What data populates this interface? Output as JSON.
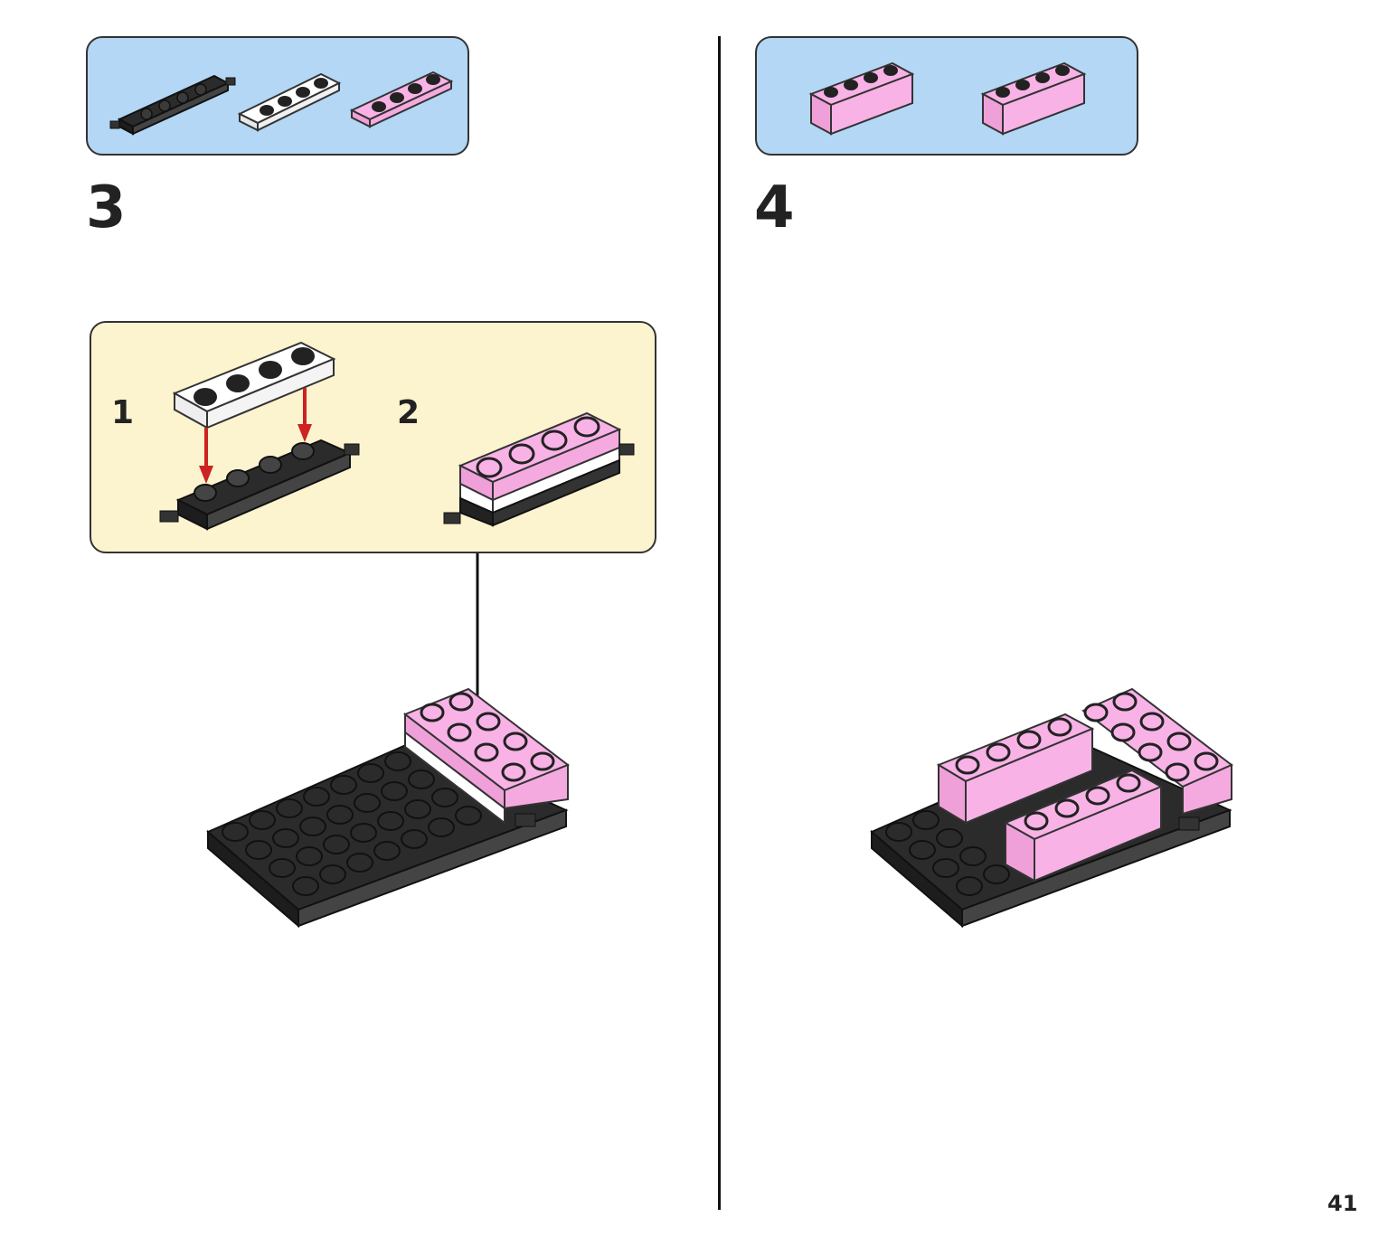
{
  "steps": [
    {
      "number": "3",
      "substeps": [
        {
          "number": "1"
        },
        {
          "number": "2"
        }
      ]
    },
    {
      "number": "4"
    }
  ],
  "page_number": "41",
  "colors": {
    "parts_bg": "#b3d7f5",
    "substep_bg": "#fcf3cf",
    "pink": "#f8b2e6",
    "black": "#2b2b2b",
    "white": "#ffffff",
    "arrow_red": "#cc2222"
  }
}
